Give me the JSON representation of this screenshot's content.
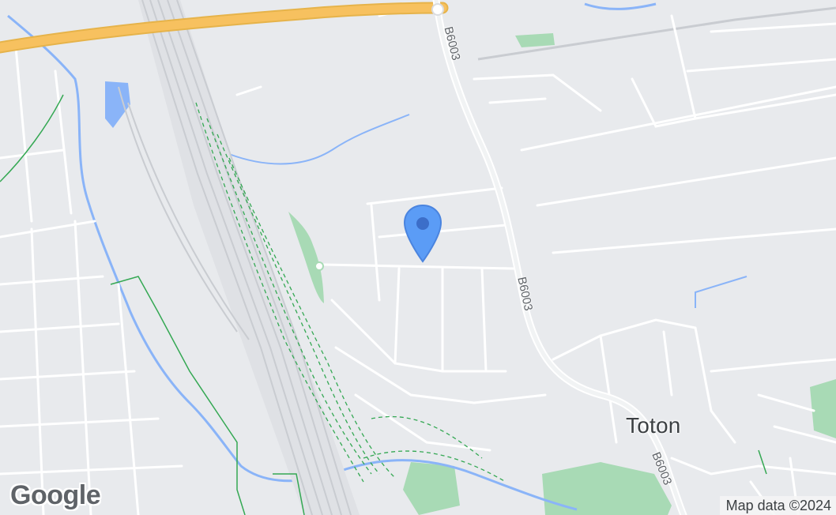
{
  "map": {
    "colors": {
      "land": "#e8eaed",
      "road": "#ffffff",
      "motorway": "#f7c15f",
      "water": "#8ab4f8",
      "park": "#a8dab5",
      "path": "#34a853",
      "rail": "#c9ccd1",
      "marker": "#5b9cf6",
      "marker_center": "#3c6ec9"
    },
    "labels": {
      "town": "Toton",
      "roads": [
        "B6003",
        "B6003",
        "B6003"
      ]
    },
    "branding": {
      "logo": "Google",
      "attribution": "Map data ©2024"
    },
    "marker": {
      "icon": "map-pin-icon"
    }
  }
}
